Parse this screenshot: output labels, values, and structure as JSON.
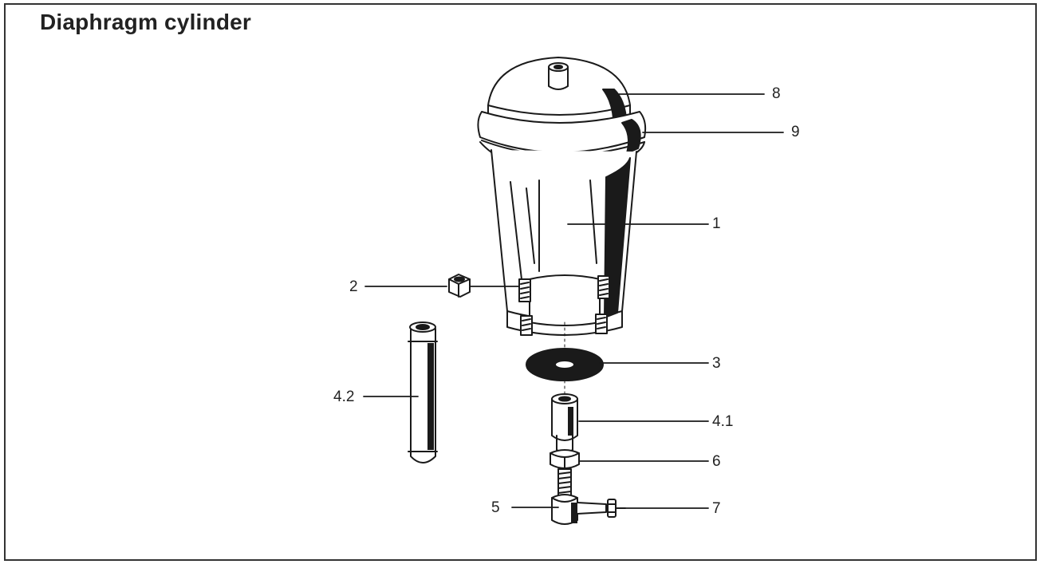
{
  "title": "Diaphragm cylinder",
  "colors": {
    "ink": "#1a1a1a",
    "frame": "#333333",
    "background": "#ffffff"
  },
  "labels": {
    "part_8": "8",
    "part_9": "9",
    "part_1": "1",
    "part_2": "2",
    "part_3": "3",
    "part_4_2": "4.2",
    "part_4_1": "4.1",
    "part_6": "6",
    "part_5": "5",
    "part_7": "7"
  }
}
